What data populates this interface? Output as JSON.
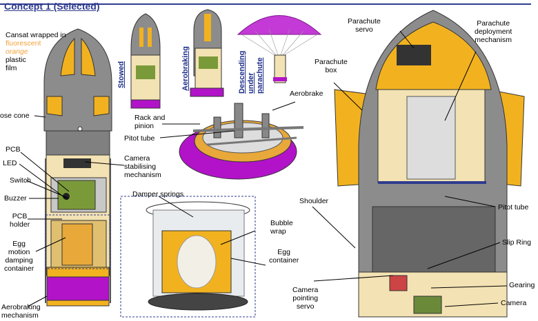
{
  "title": "Concept 1 (Selected)",
  "labels": {
    "cansat_pre": "Cansat wrapped in",
    "cansat_fluorescent": "fluorescent",
    "cansat_orange": "orange",
    "cansat_post1": "plastic",
    "cansat_post2": "film",
    "nose_cone": "ose cone",
    "pcb": "PCB",
    "led": "LED",
    "switch": "Switch",
    "buzzer": "Buzzer",
    "pcb_holder_1": "PCB",
    "pcb_holder_2": "holder",
    "egg_1": "Egg",
    "egg_2": "motion",
    "egg_3": "damping",
    "egg_4": "container",
    "aerobraking_1": "Aerobraking",
    "aerobraking_2": "mechanism",
    "stowed": "Stowed",
    "aerobraking_state": "Aerobraking",
    "descending_1": "Descending",
    "descending_2": "under",
    "descending_3": "parachute",
    "rack_1": "Rack and",
    "rack_2": "pinion",
    "pitot_tube_left": "Pitot tube",
    "camera_stab_1": "Camera",
    "camera_stab_2": "stabilising",
    "camera_stab_3": "mechanism",
    "aerobrake": "Aerobrake",
    "damper_springs": "Damper springs",
    "bubble_1": "Bubble",
    "bubble_2": "wrap",
    "egg_container_1": "Egg",
    "egg_container_2": "container",
    "parachute_servo_1": "Parachute",
    "parachute_servo_2": "servo",
    "parachute_deploy_1": "Parachute",
    "parachute_deploy_2": "deployment",
    "parachute_deploy_3": "mechanism",
    "parachute_box_1": "Parachute",
    "parachute_box_2": "box",
    "shoulder": "Shoulder",
    "pitot_tube_right": "Pitot tube",
    "slip_ring": "Slip Ring",
    "gearing": "Gearing",
    "camera": "Camera",
    "cam_servo_1": "Camera",
    "cam_servo_2": "pointing",
    "cam_servo_3": "servo"
  },
  "colors": {
    "accent": "#2e3b8f",
    "nose_grey": "#8c8c8c",
    "yellow": "#f2b21f",
    "purple": "#b213c9",
    "cream": "#f3e2b3",
    "orange_text": "#f2a23a"
  }
}
